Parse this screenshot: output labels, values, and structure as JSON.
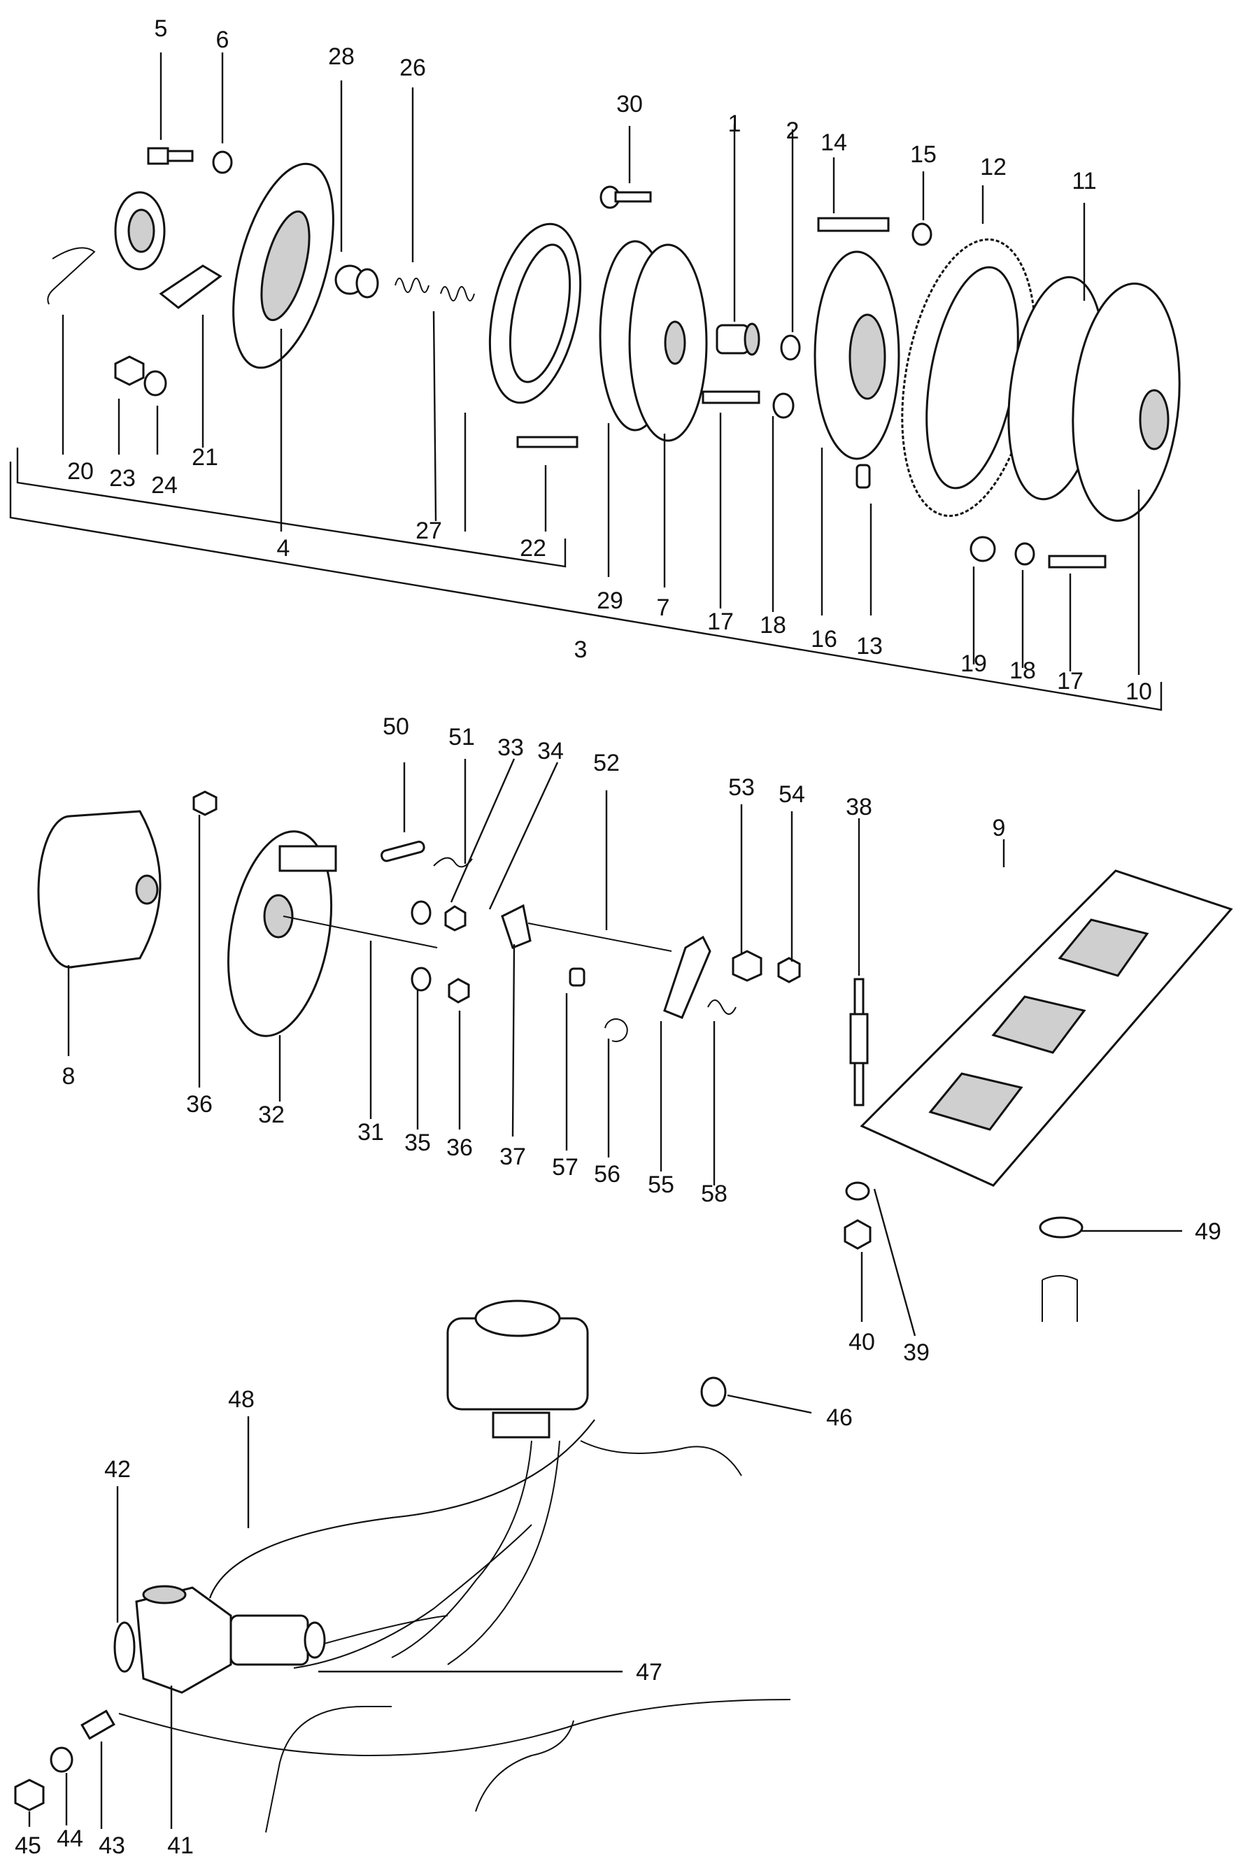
{
  "callouts": {
    "c1": "1",
    "c2": "2",
    "c3": "3",
    "c4": "4",
    "c5": "5",
    "c6": "6",
    "c7": "7",
    "c8": "8",
    "c9": "9",
    "c10": "10",
    "c11": "11",
    "c12": "12",
    "c13": "13",
    "c14": "14",
    "c15": "15",
    "c16": "16",
    "c17a": "17",
    "c17b": "17",
    "c18a": "18",
    "c18b": "18",
    "c19": "19",
    "c20": "20",
    "c21": "21",
    "c22": "22",
    "c23": "23",
    "c24": "24",
    "c26": "26",
    "c27": "27",
    "c28": "28",
    "c29": "29",
    "c30": "30",
    "c31": "31",
    "c32": "32",
    "c33": "33",
    "c34": "34",
    "c35": "35",
    "c36a": "36",
    "c36b": "36",
    "c37": "37",
    "c38": "38",
    "c39": "39",
    "c40": "40",
    "c41": "41",
    "c42": "42",
    "c43": "43",
    "c44": "44",
    "c45": "45",
    "c46": "46",
    "c47": "47",
    "c48": "48",
    "c49": "49",
    "c50": "50",
    "c51": "51",
    "c52": "52",
    "c53": "53",
    "c54": "54",
    "c55": "55",
    "c56": "56",
    "c57": "57",
    "c58": "58"
  }
}
